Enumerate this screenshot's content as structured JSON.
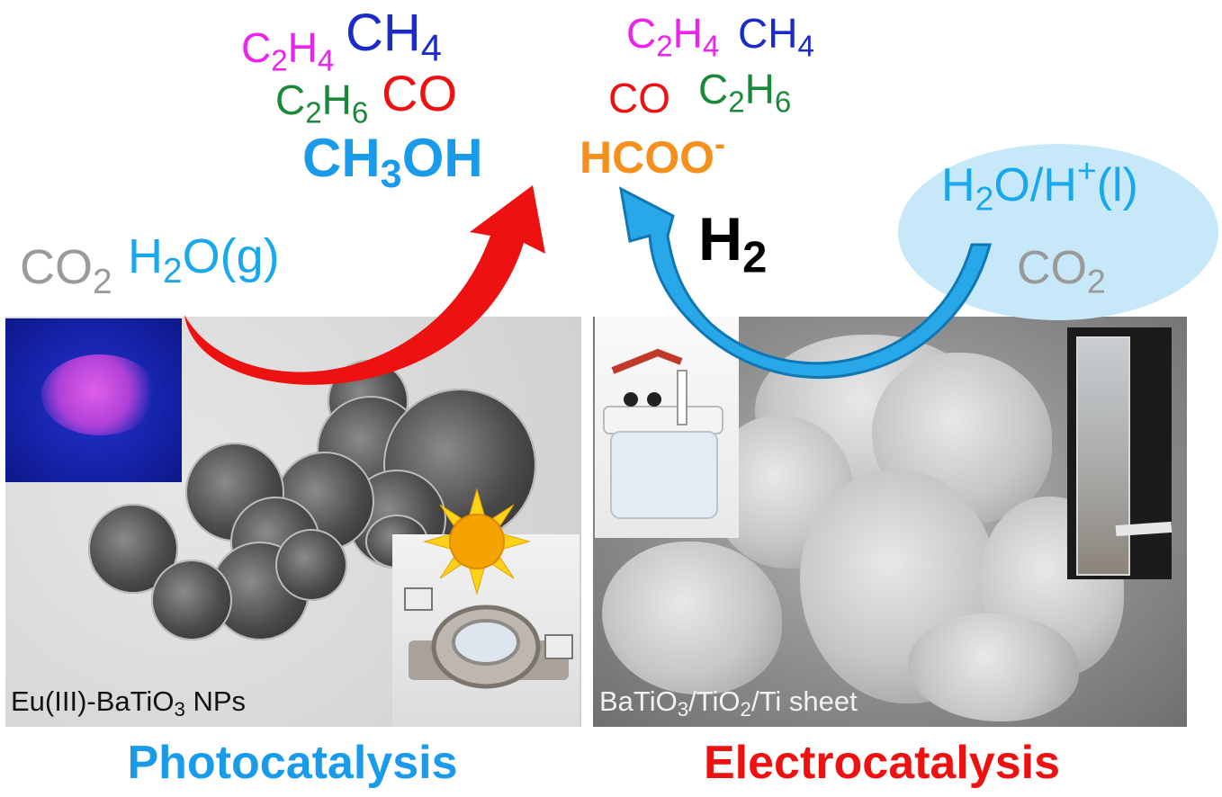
{
  "top_left_products": {
    "c2h4": "C2H4",
    "ch4": "CH4",
    "c2h6": "C2H6",
    "co": "CO",
    "ch3oh": "CH3OH"
  },
  "top_right_products": {
    "c2h4": "C2H4",
    "ch4": "CH4",
    "co": "CO",
    "c2h6": "C2H6",
    "hcoo": "HCOO-",
    "h2": "H2"
  },
  "reactants_left": {
    "co2": "CO2",
    "h2o": "H2O(g)"
  },
  "reactants_right": {
    "h2o": "H2O/H+(l)",
    "co2": "CO2"
  },
  "labels": {
    "tem_caption": "Eu(III)-BaTiO3 NPs",
    "sem_caption": "BaTiO3/TiO2/Ti sheet"
  },
  "titles": {
    "photo": "Photocatalysis",
    "electro": "Electrocatalysis"
  },
  "colors": {
    "c2h4": "#ee22ee",
    "ch4": "#1a2bc8",
    "c2h6": "#1a8a3a",
    "co": "#ee1111",
    "ch3oh": "#1a9bea",
    "hcoo": "#f5901e",
    "h2": "#000000",
    "gray": "#9a9a9a",
    "h2o": "#19a8ec",
    "red_arrow": "#ee1111",
    "blue_arrow": "#28a8e8"
  }
}
